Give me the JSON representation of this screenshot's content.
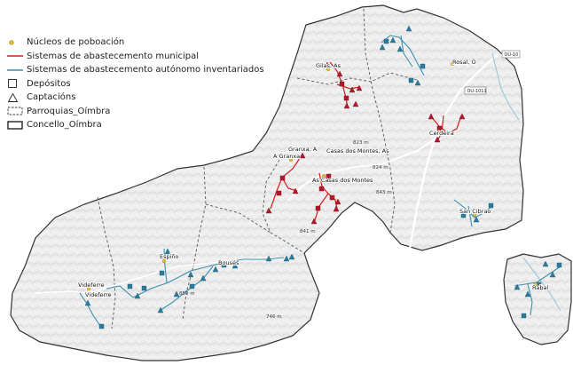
{
  "legend": {
    "nucleos": "Núcleos de poboación",
    "municipal": "Sistemas de abastecemento municipal",
    "autonomo": "Sistemas de abastecemento autónomo inventariados",
    "depositos": "Depósitos",
    "captacions": "Captacións",
    "parroquias": "Parroquias_Oímbra",
    "concello": "Concello_Oímbra"
  },
  "colors": {
    "municipal": "#d7191c",
    "municipal_symbol": "#b2182b",
    "autonomo": "#3a8fb0",
    "autonomo_symbol": "#2c7a9c",
    "nucleo": "#f2c12e",
    "terrain": "#ececec",
    "outside": "#ffffff",
    "road_main": "#ffffff",
    "river": "#9fc9d9"
  },
  "places": {
    "gilas": "Gilas, As",
    "rosal": "Rosal, O",
    "cerdeira": "Cerdeira",
    "granxa": "Granxa, A",
    "granxa_alt": "A Granxa",
    "casas_montes": "Casas dos Montes, As",
    "casas_montes_alt": "As Casas dos Montes",
    "san_cibrao": "San Cibrao",
    "espino": "Espiño",
    "bousees": "Bousés",
    "videferre_alt": "Videferre",
    "videferre": "Videferre",
    "rabal": "Rabal"
  },
  "roads": {
    "ou1011": "OU-1011",
    "ou10": "OU-10"
  },
  "elevations": {
    "e823": "823 m",
    "e824": "824 m",
    "e843": "843 m",
    "e841": "841 m",
    "e859": "859 m",
    "e746": "746 m"
  },
  "features": {
    "municipal_captacions": 16,
    "municipal_depositos": 9,
    "autonomo_captacions": 22,
    "autonomo_depositos": 14
  }
}
